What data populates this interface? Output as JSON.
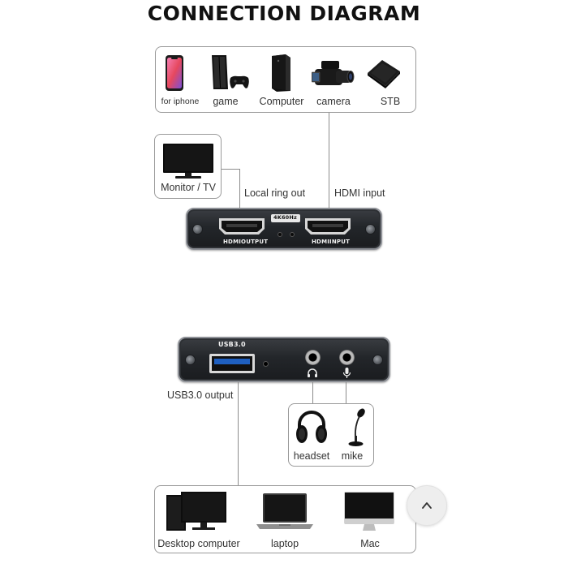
{
  "title": "CONNECTION DIAGRAM",
  "sources": [
    {
      "label": "for iphone",
      "icon": "phone-icon"
    },
    {
      "label": "game",
      "icon": "game-console-icon"
    },
    {
      "label": "Computer",
      "icon": "computer-tower-icon"
    },
    {
      "label": "camera",
      "icon": "camcorder-icon"
    },
    {
      "label": "STB",
      "icon": "set-top-box-icon"
    }
  ],
  "monitor": {
    "label": "Monitor / TV",
    "icon": "monitor-icon"
  },
  "callouts": {
    "local_ring_out": "Local ring out",
    "hdmi_input": "HDMI input",
    "usb_output": "USB3.0 output"
  },
  "capture_front": {
    "badge": "4K60Hz",
    "port_out": "HDMIOUTPUT",
    "port_in": "HDMIINPUT"
  },
  "capture_back": {
    "usb_label": "USB3.0"
  },
  "audio": [
    {
      "label": "headset",
      "icon": "headset-icon"
    },
    {
      "label": "mike",
      "icon": "microphone-icon"
    }
  ],
  "computers": [
    {
      "label": "Desktop computer",
      "icon": "desktop-computer-icon"
    },
    {
      "label": "laptop",
      "icon": "laptop-icon"
    },
    {
      "label": "Mac",
      "icon": "imac-icon"
    }
  ],
  "colors": {
    "device_body": "#23262a",
    "usb_blue": "#1f5fbf",
    "line": "#8c8c8c"
  }
}
